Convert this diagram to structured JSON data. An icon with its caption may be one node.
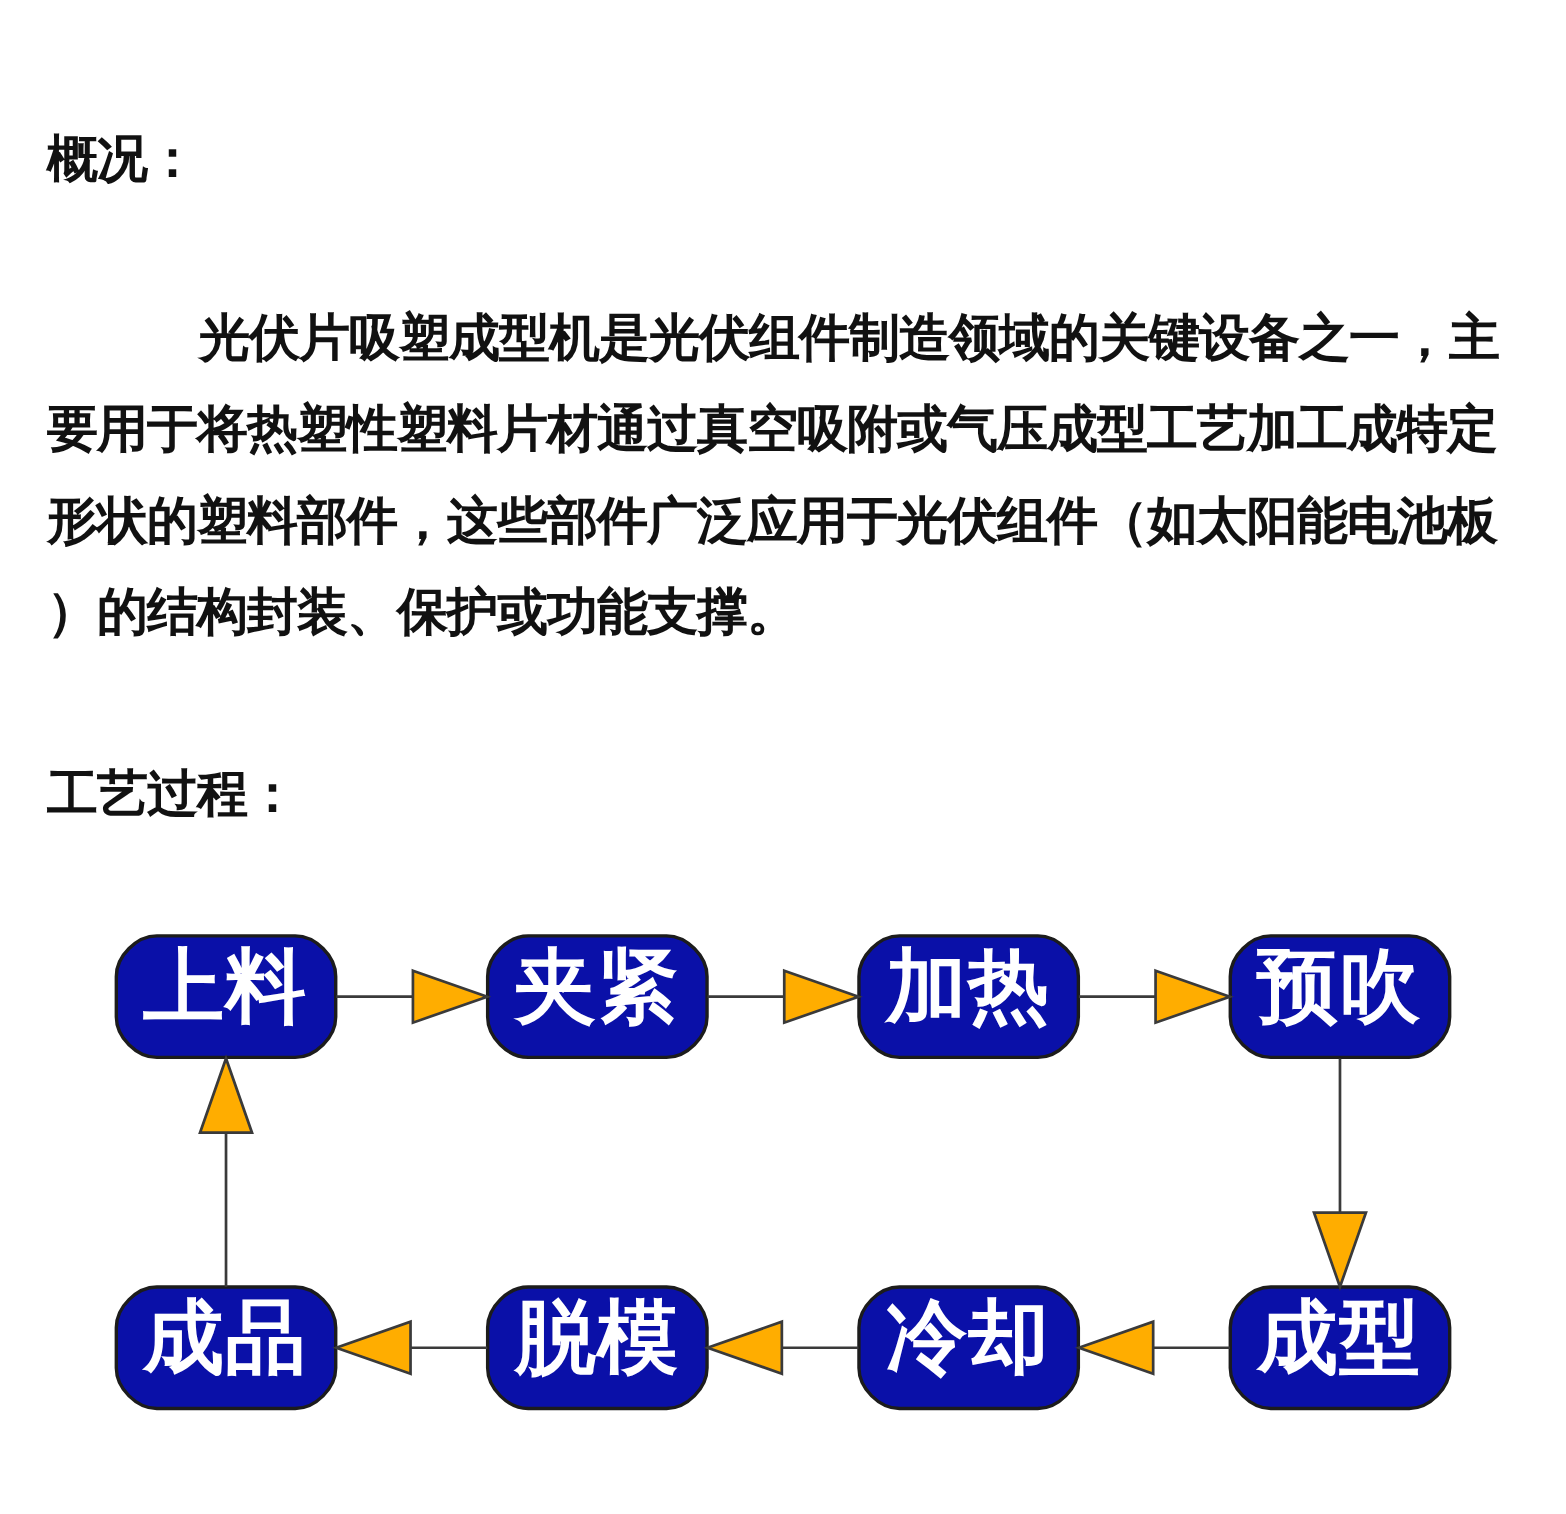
{
  "diagram": {
    "nodes": [
      {
        "text": [
          "上料"
        ]
      },
      {
        "text": [
          "夹紧"
        ]
      },
      {
        "text": [
          "加热"
        ]
      },
      {
        "text": [
          "预吹"
        ]
      },
      {
        "text": [
          "成型"
        ]
      },
      {
        "text": [
          "冷却"
        ]
      },
      {
        "text": [
          "脱模"
        ]
      },
      {
        "text": [
          "成品"
        ]
      }
    ],
    "edges": [
      {
        "from": 0,
        "to": 1,
        "arrow": "to"
      },
      {
        "from": 1,
        "to": 2,
        "arrow": "to"
      },
      {
        "from": 2,
        "to": 3,
        "arrow": "to"
      },
      {
        "from": 3,
        "to": 4,
        "arrow": "to"
      },
      {
        "from": 4,
        "to": 5,
        "arrow": "to"
      },
      {
        "from": 5,
        "to": 6,
        "arrow": "to"
      },
      {
        "from": 6,
        "to": 7,
        "arrow": "to"
      },
      {
        "from": 7,
        "to": 0,
        "arrow": "to"
      }
    ],
    "labels": [
      "概况：",
      "光伏片吸塑成型机是光伏组件制造领域的关键设备之一，主要用于将热塑性塑料片材通过真空吸附或气压成型工艺加工成特定形状的塑料部件，这些部件广泛应用于光伏组件（如太阳能电池板）的结构封装、保护或功能支撑。",
      "工艺过程："
    ]
  }
}
